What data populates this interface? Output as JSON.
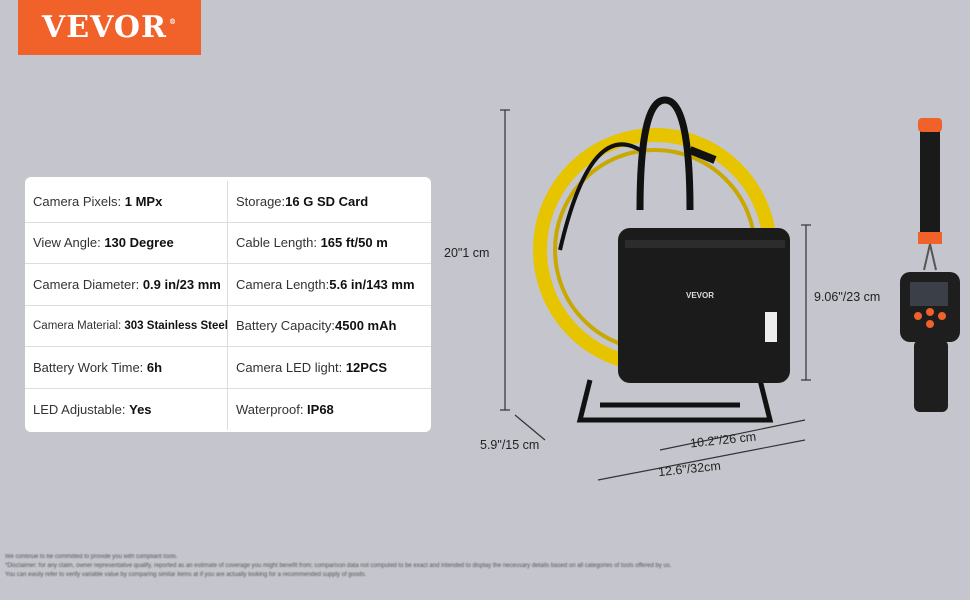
{
  "brand": {
    "logo_text": "VEVOR",
    "registered": "®",
    "color": "#f0622a"
  },
  "specs": [
    [
      {
        "label": "Camera Pixels: ",
        "value": "1 MPx"
      },
      {
        "label": "Storage:",
        "value": "16 G SD Card"
      }
    ],
    [
      {
        "label": "View Angle: ",
        "value": "130 Degree"
      },
      {
        "label": "Cable Length: ",
        "value": "165 ft/50 m"
      }
    ],
    [
      {
        "label": "Camera Diameter: ",
        "value": "0.9 in/23 mm"
      },
      {
        "label": "Camera Length:",
        "value": "5.6 in/143 mm"
      }
    ],
    [
      {
        "label": "Camera Material: ",
        "value": "303 Stainless Steel"
      },
      {
        "label": "Battery Capacity:",
        "value": "4500 mAh"
      }
    ],
    [
      {
        "label": "Battery Work Time: ",
        "value": "6h"
      },
      {
        "label": "Camera LED light: ",
        "value": "12PCS"
      }
    ],
    [
      {
        "label": "LED Adjustable: ",
        "value": "Yes"
      },
      {
        "label": "Waterproof: ",
        "value": "IP68"
      }
    ]
  ],
  "dimensions": {
    "height": "20\"1 cm",
    "case_height": "9.06\"/23 cm",
    "depth": "5.9\"/15 cm",
    "case_width": "10.2\"/26 cm",
    "width": "12.6\"/32cm"
  },
  "footer": [
    "We continue to be committed to provide you with compliant tools.",
    "*Disclaimer: for any claim, owner representative qualify, reported as an estimate of coverage you might benefit from; comparison data not computed to be exact and intended to display the necessary details based on all categories of tools offered by us.",
    "You can easily refer to verify variable value by comparing similar items at if you are actually looking for a recommended supply of goods."
  ]
}
